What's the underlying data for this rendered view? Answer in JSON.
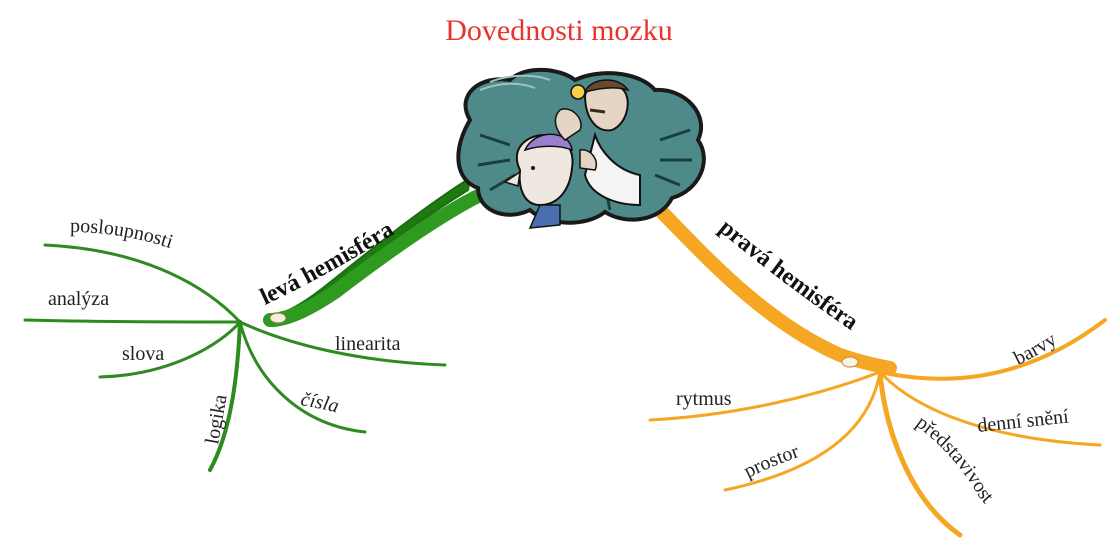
{
  "title": "Dovednosti mozku",
  "colors": {
    "title": "#e8332a",
    "left": "#2e8b1f",
    "left_dark": "#1f7a12",
    "right": "#f5a623",
    "right_light": "#f7b84a"
  },
  "center_image": {
    "icon": "doctor-examining-head-clipart"
  },
  "left": {
    "label": "levá hemisféra",
    "leaves": [
      "posloupnosti",
      "analýza",
      "slova",
      "logika",
      "čísla",
      "linearita"
    ]
  },
  "right": {
    "label": "pravá hemisféra",
    "leaves": [
      "barvy",
      "rytmus",
      "denní snění",
      "prostor",
      "představivost"
    ]
  }
}
